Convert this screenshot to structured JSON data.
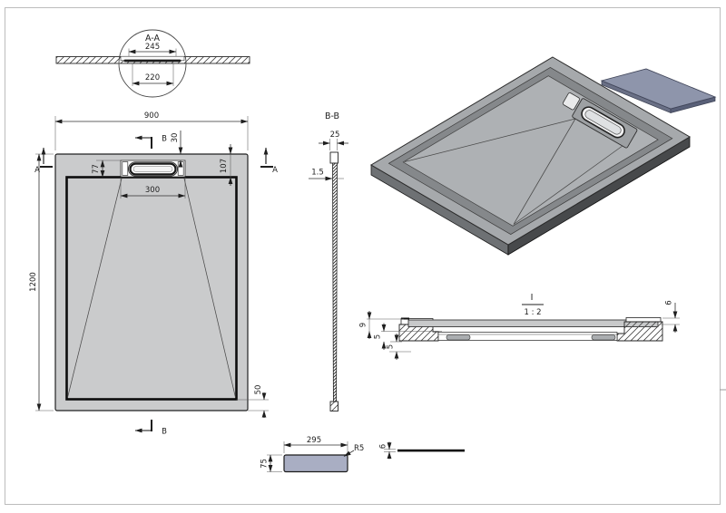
{
  "detail_aa": {
    "label": "A-A",
    "dim_outer": "245",
    "dim_inner": "220"
  },
  "plan": {
    "dim_width": "900",
    "dim_height": "1200",
    "dim_drain": "300",
    "dim_recess_depth": "77",
    "dim_edge_to_floor": "107",
    "dim_top_offset": "30",
    "dim_border_bottom": "50",
    "label_a": "A",
    "label_b": "B"
  },
  "section_bb": {
    "label": "B-B",
    "dim_top_width": "25",
    "dim_wall": "1.5"
  },
  "detail_i": {
    "label": "I",
    "scale": "1 : 2",
    "dim_rim_right": "6",
    "dim_left_1": "9",
    "dim_left_2": "5",
    "dim_left_3": "5"
  },
  "cover_plan": {
    "dim_length": "295",
    "dim_corner_radius": "R5",
    "dim_width": "75"
  },
  "cover_side": {
    "dim_thickness": "6"
  },
  "colors": {
    "tray_fill": "#cacbcc",
    "recess_fill": "#fdfdfd",
    "iso_top": "#a6a9ac",
    "iso_floor": "#aeb1b4",
    "iso_groove": "#85888b",
    "iso_side_left": "#6e7174",
    "iso_side_right": "#47494b",
    "cover_iso_top": "#8e95ab",
    "cover_iso_left": "#6a7086",
    "cover_iso_right": "#596078",
    "cover_plan_fill": "#a9aec3",
    "slab_gray": "#c8c9ca",
    "trap_gray": "#aaadb0"
  }
}
